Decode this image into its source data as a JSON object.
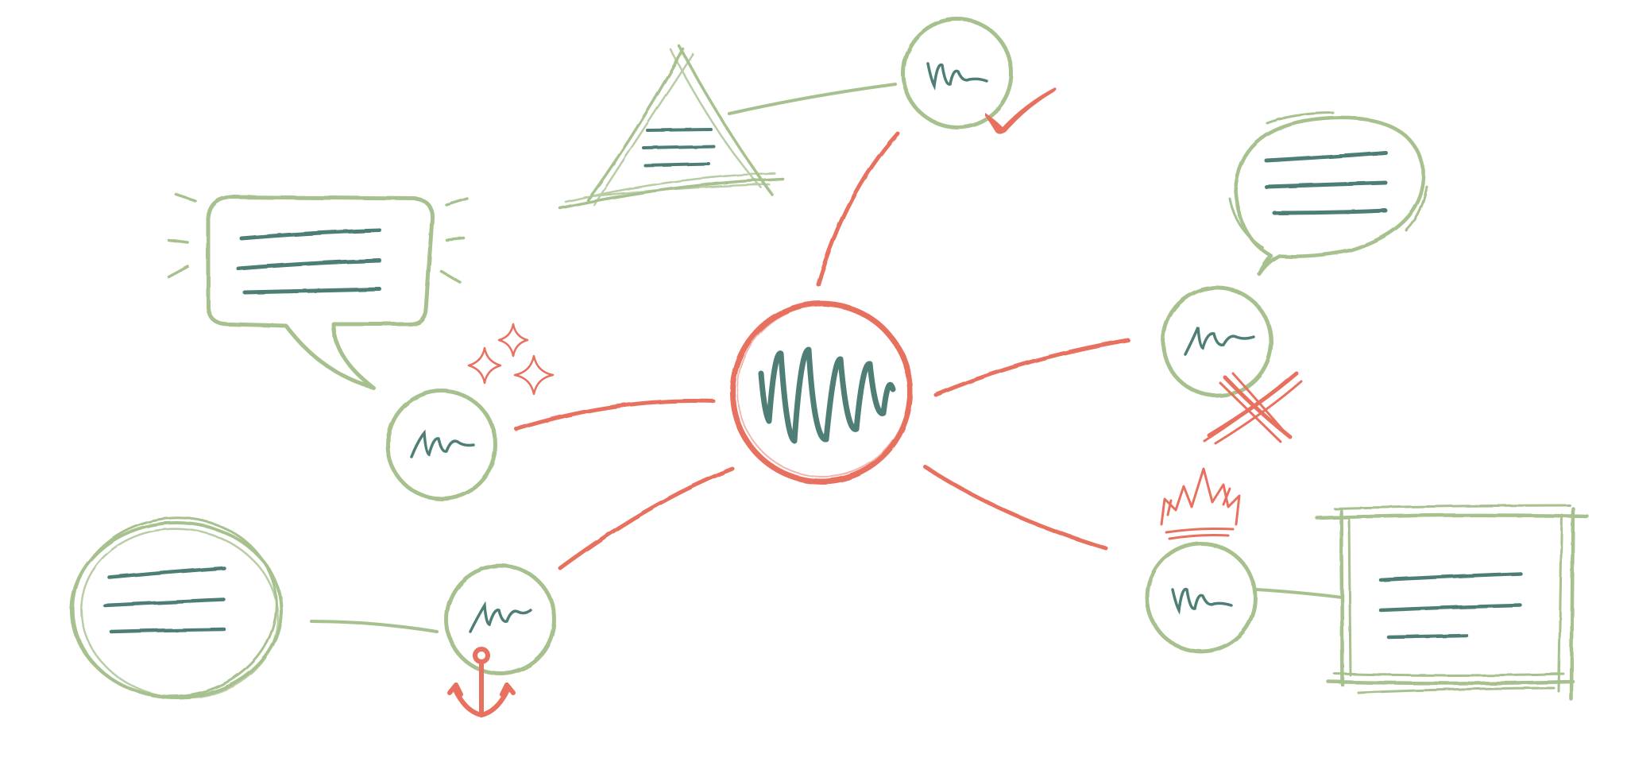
{
  "colors": {
    "background": "#ffffff",
    "connector_red": "#e8705f",
    "node_green": "#a6c18e",
    "scribble_teal": "#4e7e76",
    "accent_red": "#e8705f"
  },
  "diagram": {
    "type": "mind-map",
    "center": {
      "icon": "scribble-icon"
    },
    "branches": [
      {
        "id": "top",
        "decoration": "checkmark-icon",
        "attachment": "triangle-note"
      },
      {
        "id": "left",
        "decoration": "sparkles-icon",
        "attachment": "speech-bubble-note"
      },
      {
        "id": "bottom-left",
        "decoration": "anchor-icon",
        "attachment": "circle-note"
      },
      {
        "id": "right",
        "decoration": "cross-icon",
        "attachment": "thought-bubble-note"
      },
      {
        "id": "bottom-right",
        "decoration": "crown-icon",
        "attachment": "rectangle-note"
      }
    ]
  }
}
